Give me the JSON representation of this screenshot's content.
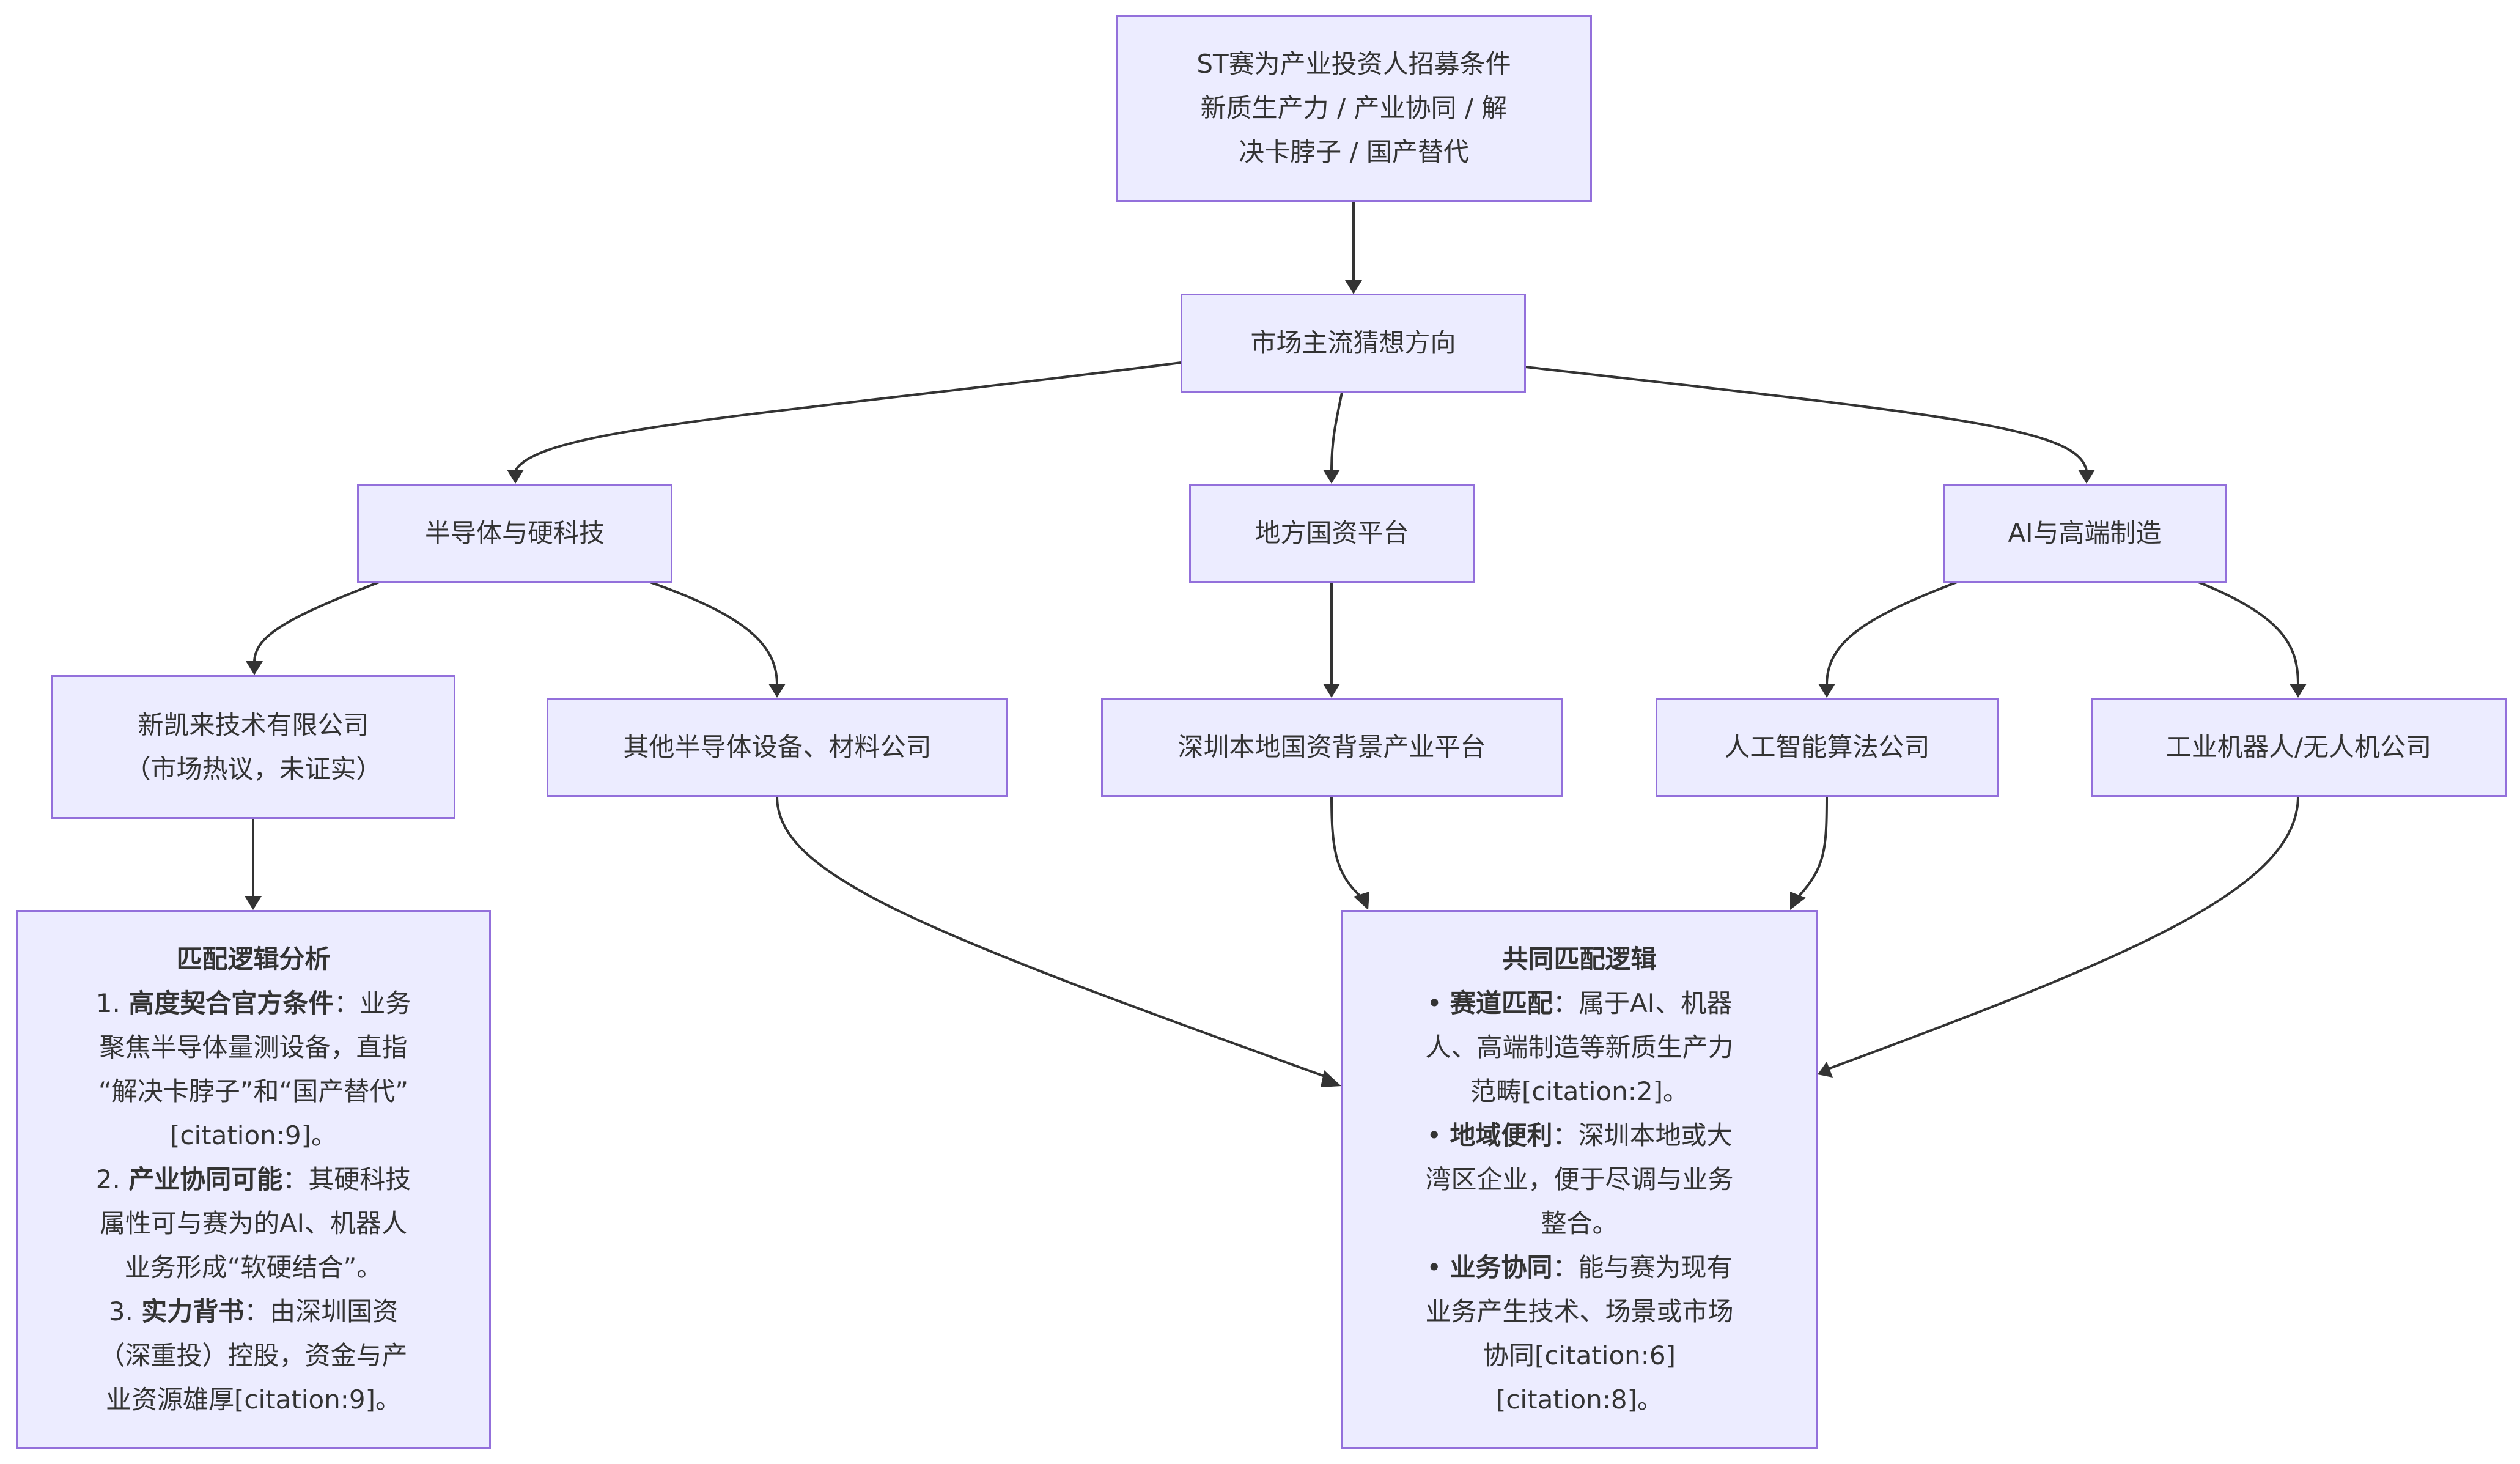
{
  "diagram": {
    "type": "flowchart",
    "colors": {
      "node_fill": "#ECECFF",
      "node_stroke": "#9370DB",
      "text": "#333333",
      "edge": "#333333",
      "background": "#FFFFFF"
    },
    "nodes": {
      "root": {
        "lines": [
          "ST赛为产业投资人招募条件",
          "新质生产力 / 产业协同 / 解",
          "决卡脖子 / 国产替代"
        ]
      },
      "mainstream": {
        "label": "市场主流猜想方向"
      },
      "semiconductor": {
        "label": "半导体与硬科技"
      },
      "local_soe": {
        "label": "地方国资平台"
      },
      "ai_manufacturing": {
        "label": "AI与高端制造"
      },
      "xinkailai": {
        "lines": [
          "新凯来技术有限公司",
          "（市场热议，未证实）"
        ]
      },
      "other_semi": {
        "label": "其他半导体设备、材料公司"
      },
      "shenzhen_soe": {
        "label": "深圳本地国资背景产业平台"
      },
      "ai_algo": {
        "label": "人工智能算法公司"
      },
      "robot_drone": {
        "label": "工业机器人/无人机公司"
      },
      "match_analysis": {
        "title": "匹配逻辑分析",
        "lines": [
          {
            "prefix": "1. ",
            "bold": "高度契合官方条件",
            "text": "：业务"
          },
          {
            "text": "聚焦半导体量测设备，直指"
          },
          {
            "text": "“解决卡脖子”和“国产替代”"
          },
          {
            "text": "[citation:9]。"
          },
          {
            "prefix": "2. ",
            "bold": "产业协同可能",
            "text": "：其硬科技"
          },
          {
            "text": "属性可与赛为的AI、机器人"
          },
          {
            "text": "业务形成“软硬结合”。"
          },
          {
            "prefix": "3. ",
            "bold": "实力背书",
            "text": "：由深圳国资"
          },
          {
            "text": "（深重投）控股，资金与产"
          },
          {
            "text": "业资源雄厚[citation:9]。"
          }
        ]
      },
      "common_logic": {
        "title": "共同匹配逻辑",
        "lines": [
          {
            "prefix": "• ",
            "bold": "赛道匹配",
            "text": "：属于AI、机器"
          },
          {
            "text": "人、高端制造等新质生产力"
          },
          {
            "text": "范畴[citation:2]。"
          },
          {
            "prefix": "• ",
            "bold": "地域便利",
            "text": "：深圳本地或大"
          },
          {
            "text": "湾区企业，便于尽调与业务"
          },
          {
            "text": "整合。"
          },
          {
            "prefix": "• ",
            "bold": "业务协同",
            "text": "：能与赛为现有"
          },
          {
            "text": "业务产生技术、场景或市场"
          },
          {
            "text": "协同[citation:6]"
          },
          {
            "text": "[citation:8]。"
          }
        ]
      }
    },
    "edges": [
      {
        "from": "root",
        "to": "mainstream"
      },
      {
        "from": "mainstream",
        "to": "semiconductor"
      },
      {
        "from": "mainstream",
        "to": "local_soe"
      },
      {
        "from": "mainstream",
        "to": "ai_manufacturing"
      },
      {
        "from": "semiconductor",
        "to": "xinkailai"
      },
      {
        "from": "semiconductor",
        "to": "other_semi"
      },
      {
        "from": "local_soe",
        "to": "shenzhen_soe"
      },
      {
        "from": "ai_manufacturing",
        "to": "ai_algo"
      },
      {
        "from": "ai_manufacturing",
        "to": "robot_drone"
      },
      {
        "from": "xinkailai",
        "to": "match_analysis"
      },
      {
        "from": "other_semi",
        "to": "common_logic"
      },
      {
        "from": "shenzhen_soe",
        "to": "common_logic"
      },
      {
        "from": "ai_algo",
        "to": "common_logic"
      },
      {
        "from": "robot_drone",
        "to": "common_logic"
      }
    ]
  }
}
